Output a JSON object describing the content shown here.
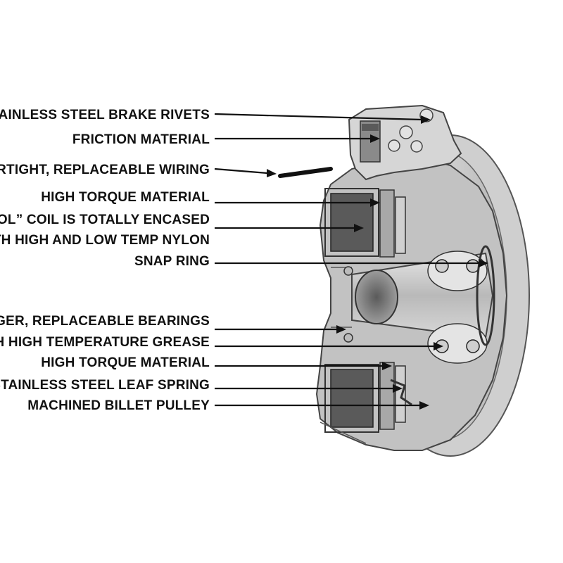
{
  "diagram": {
    "labels": [
      "STAINLESS STEEL BRAKE RIVETS",
      "FRICTION MATERIAL",
      "WATERTIGHT, REPLACEABLE WIRING",
      "HIGH TORQUE MATERIAL",
      "“RUN COOL” COIL IS TOTALLY ENCASED",
      "WITH HIGH AND LOW TEMP NYLON",
      "SNAP RING",
      "LARGER, REPLACEABLE BEARINGS",
      "WITH HIGH TEMPERATURE GREASE",
      "HIGH TORQUE MATERIAL",
      "STAINLESS STEEL LEAF SPRING",
      "MACHINED BILLET PULLEY"
    ]
  }
}
